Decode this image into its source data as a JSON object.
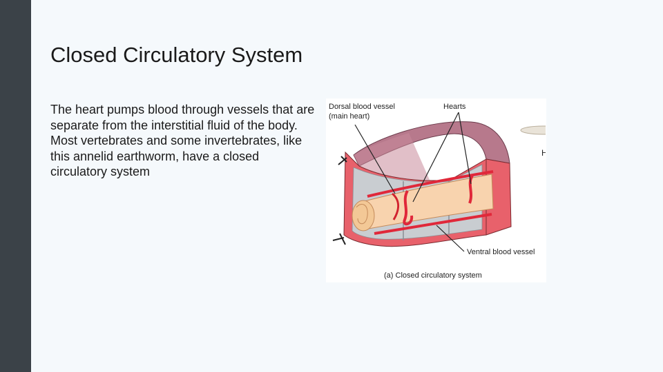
{
  "slide": {
    "title": "Closed Circulatory System",
    "body": "The heart pumps blood through vessels that are separate from the interstitial fluid of the body. Most vertebrates and some invertebrates, like this annelid earthworm, have a closed circulatory system"
  },
  "figure": {
    "label_dorsal_line1": "Dorsal blood vessel",
    "label_dorsal_line2": "(main heart)",
    "label_hearts": "Hearts",
    "label_ventral": "Ventral blood vessel",
    "caption": "(a) Closed circulatory system",
    "partial_label": "H"
  },
  "colors": {
    "sidebar": "#3b4248",
    "background": "#f5f9fc",
    "body_wall": "#e8616b",
    "body_top": "#b7798c",
    "gut": "#f8d3ae",
    "vessel": "#e0283a"
  }
}
